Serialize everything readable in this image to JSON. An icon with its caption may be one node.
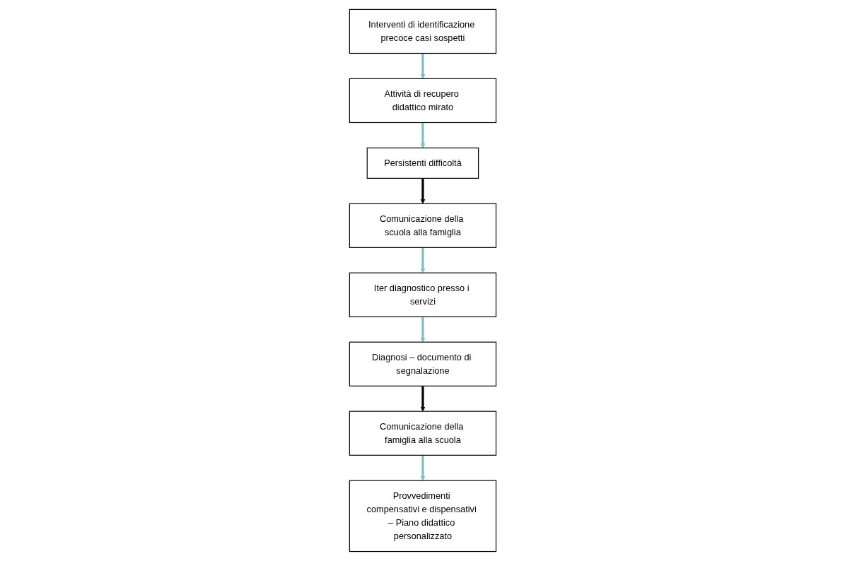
{
  "diagram": {
    "nodes": [
      {
        "text": [
          "Interventi di identificazione precoce casi sospetti"
        ]
      },
      {
        "text": [
          "Attività di recupero didattico mirato"
        ]
      },
      {
        "text": [
          "Persistenti difficoltà"
        ]
      },
      {
        "text": [
          "Comunicazione della scuola alla famiglia"
        ]
      },
      {
        "text": [
          "Iter diagnostico presso i servizi"
        ]
      },
      {
        "text": [
          "Diagnosi – documento di segnalazione"
        ]
      },
      {
        "text": [
          "Comunicazione della famiglia alla scuola"
        ]
      },
      {
        "text": [
          "Provvedimenti compensativi e dispensativi – Piano didattico personalizzato"
        ]
      }
    ],
    "edges": [
      {
        "from": 0,
        "to": 1,
        "arrow": "to"
      },
      {
        "from": 1,
        "to": 2,
        "arrow": "to"
      },
      {
        "from": 2,
        "to": 3,
        "arrow": "to",
        "color": "#000000"
      },
      {
        "from": 3,
        "to": 4,
        "arrow": "to"
      },
      {
        "from": 4,
        "to": 5,
        "arrow": "to"
      },
      {
        "from": 5,
        "to": 6,
        "arrow": "to",
        "color": "#000000"
      },
      {
        "from": 6,
        "to": 7,
        "arrow": "to"
      }
    ]
  }
}
